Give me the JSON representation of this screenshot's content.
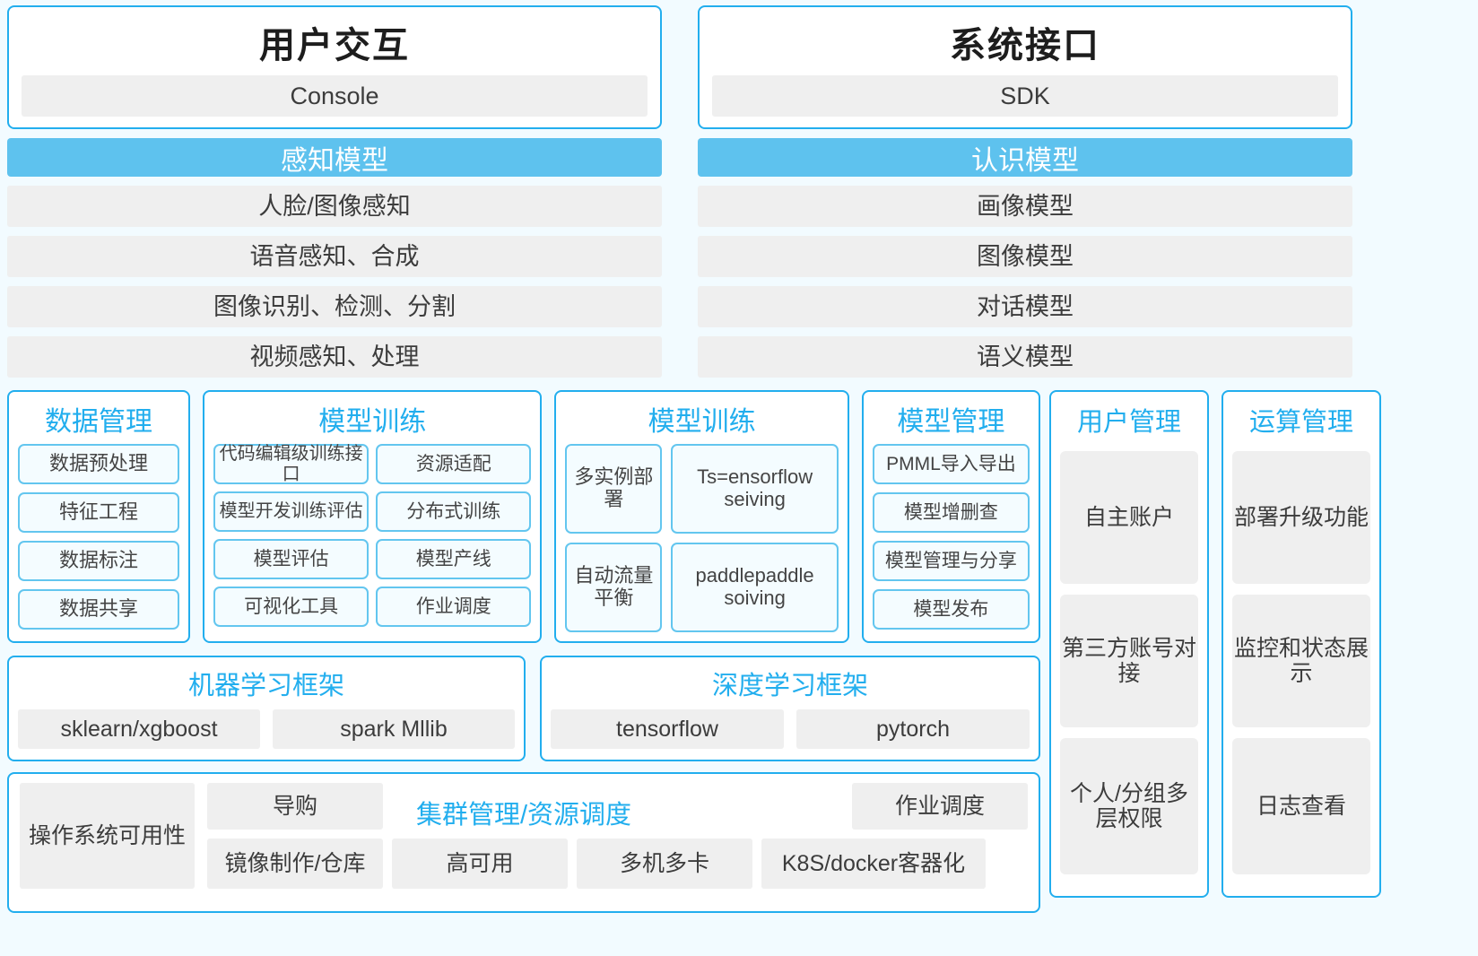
{
  "top": {
    "columns": [
      {
        "title": "用户交互",
        "subtitle": "Console",
        "band": "感知模型",
        "rows": [
          "人脸/图像感知",
          "语音感知、合成",
          "图像识别、检测、分割",
          "视频感知、处理"
        ]
      },
      {
        "title": "系统接口",
        "subtitle": "SDK",
        "band": "认识模型",
        "rows": [
          "画像模型",
          "图像模型",
          "对话模型",
          "语义模型"
        ]
      }
    ]
  },
  "data_management": {
    "title": "数据管理",
    "items": [
      "数据预处理",
      "特征工程",
      "数据标注",
      "数据共享"
    ]
  },
  "model_training": {
    "title": "模型训练",
    "items": [
      "代码编辑级训练接口",
      "资源适配",
      "模型开发训练评估",
      "分布式训练",
      "模型评估",
      "模型产线",
      "可视化工具",
      "作业调度"
    ]
  },
  "model_serving": {
    "title": "模型训练",
    "items": [
      "多实例部署",
      "Ts=ensorflow seiving",
      "自动流量平衡",
      "paddlepaddle  soiving"
    ]
  },
  "model_management": {
    "title": "模型管理",
    "items": [
      "PMML导入导出",
      "模型增删查",
      "模型管理与分享",
      "模型发布"
    ]
  },
  "user_management": {
    "title": "用户管理",
    "items": [
      "自主账户",
      "第三方账号对接",
      "个人/分组多层权限"
    ]
  },
  "ops_management": {
    "title": "运算管理",
    "items": [
      "部署升级功能",
      "监控和状态展示",
      "日志查看"
    ]
  },
  "ml_framework": {
    "title": "机器学习框架",
    "items": [
      "sklearn/xgboost",
      "spark Mllib"
    ]
  },
  "dl_framework": {
    "title": "深度学习框架",
    "items": [
      "tensorflow",
      "pytorch"
    ]
  },
  "cluster": {
    "title": "集群管理/资源调度",
    "os": "操作系统可用性",
    "top_items": [
      "导购",
      "作业调度"
    ],
    "bottom_items": [
      "镜像制作/仓库",
      "高可用",
      "多机多卡",
      "K8S/docker客器化"
    ]
  },
  "colors": {
    "accent": "#22aeee",
    "band": "#5ec2ee",
    "grey": "#efefef",
    "light": "#f4fcff",
    "background": "#f2fbff"
  }
}
